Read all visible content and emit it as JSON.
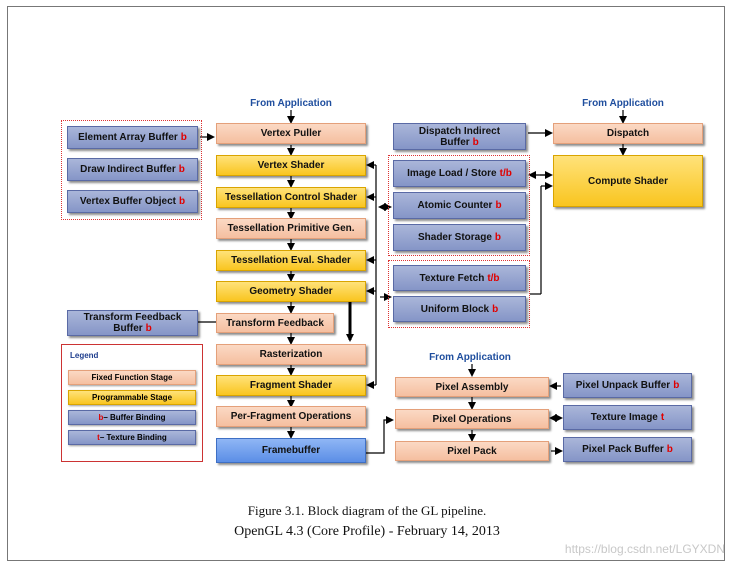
{
  "headers": {
    "from_app_1": "From Application",
    "from_app_2": "From Application",
    "from_app_3": "From Application"
  },
  "pipeline": {
    "vertex_puller": "Vertex Puller",
    "vertex_shader": "Vertex Shader",
    "tess_control": "Tessellation Control Shader",
    "tess_primitive": "Tessellation Primitive Gen.",
    "tess_eval": "Tessellation Eval. Shader",
    "geometry": "Geometry Shader",
    "transform_feedback": "Transform Feedback",
    "rasterization": "Rasterization",
    "fragment": "Fragment Shader",
    "per_fragment": "Per-Fragment Operations",
    "framebuffer": "Framebuffer"
  },
  "left_buffers": {
    "element_array": "Element Array Buffer",
    "draw_indirect": "Draw Indirect Buffer",
    "vertex_buffer": "Vertex Buffer Object",
    "tf_buffer_1": "Transform Feedback",
    "tf_buffer_2": "Buffer"
  },
  "resources": {
    "dispatch_indirect_1": "Dispatch Indirect",
    "dispatch_indirect_2": "Buffer",
    "image_load_store": "Image Load / Store",
    "atomic_counter": "Atomic Counter",
    "shader_storage": "Shader Storage",
    "texture_fetch": "Texture Fetch",
    "uniform_block": "Uniform Block"
  },
  "compute": {
    "dispatch": "Dispatch",
    "compute_shader": "Compute Shader"
  },
  "pixel": {
    "pixel_assembly": "Pixel Assembly",
    "pixel_operations": "Pixel Operations",
    "pixel_pack": "Pixel Pack",
    "pixel_unpack_buffer": "Pixel Unpack Buffer",
    "texture_image": "Texture Image",
    "pixel_pack_buffer": "Pixel Pack Buffer"
  },
  "letters": {
    "b": "b",
    "t": "t",
    "tb": "t/b"
  },
  "legend": {
    "title": "Legend",
    "fixed_function": "Fixed Function Stage",
    "programmable": "Programmable Stage",
    "buffer_binding_letter": "b",
    "buffer_binding_text": " – Buffer Binding",
    "texture_binding_letter": "t",
    "texture_binding_text": " – Texture Binding"
  },
  "caption": {
    "line1": "Figure 3.1. Block diagram of the GL pipeline.",
    "line2": "OpenGL 4.3  (Core Profile) - February 14, 2013"
  },
  "watermark": "https://blog.csdn.net/LGYXDN",
  "colors": {
    "fixed_function": "#f7c7ab",
    "programmable": "#fbcf3b",
    "buffer": "#8f9dcc",
    "framebuffer": "#6b99ea",
    "header_text": "#1f4e9e",
    "binding_letter": "#e00000"
  }
}
